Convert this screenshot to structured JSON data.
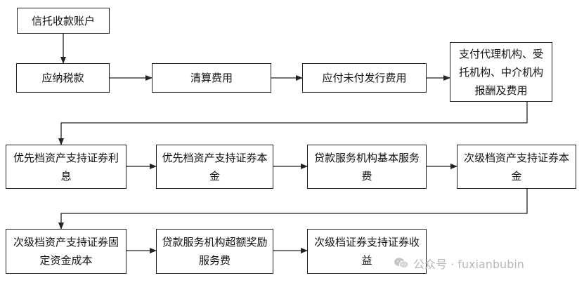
{
  "nodes": {
    "trust_account": "信托收款账户",
    "tax": "应纳税款",
    "clearing_fee": "清算费用",
    "unpaid_issuance": "应付未付发行费用",
    "agent_fees": "支付代理机构、受托机构、中介机构报酬及费用",
    "priority_interest": "优先档资产支持证券利息",
    "priority_principal": "优先档资产支持证券本金",
    "servicer_basic_fee": "贷款服务机构基本服务费",
    "subordinate_principal": "次级档资产支持证券本金",
    "subordinate_fixed_cost": "次级档资产支持证券固定资金成本",
    "servicer_excess_fee": "贷款服务机构超额奖励服务费",
    "subordinate_yield": "次级档证券支持证券收益"
  },
  "watermark": {
    "text": "公众号 · fuxianbubin",
    "icon": "wechat-icon"
  },
  "colors": {
    "line": "#222222",
    "watermark": "#b8b8b8"
  }
}
